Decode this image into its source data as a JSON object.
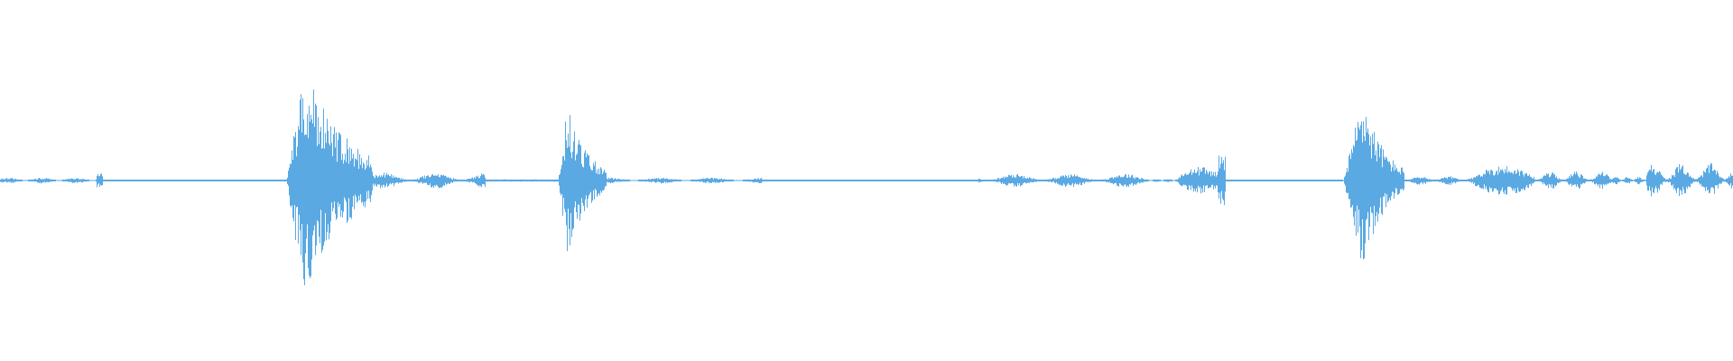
{
  "waveform": {
    "color": "#5aa9e3",
    "baseline": "center",
    "segments": [
      {
        "start": 0.0,
        "end": 0.058,
        "amp": 0.025,
        "kind": "noise"
      },
      {
        "start": 0.056,
        "end": 0.059,
        "amp": 0.06,
        "kind": "blip"
      },
      {
        "start": 0.059,
        "end": 0.165,
        "amp": 0.005,
        "kind": "silence"
      },
      {
        "start": 0.165,
        "end": 0.215,
        "amp": 1.0,
        "kind": "burst",
        "peak_at": 0.175,
        "decay": 0.025
      },
      {
        "start": 0.19,
        "end": 0.28,
        "amp": 0.07,
        "kind": "noise"
      },
      {
        "start": 0.28,
        "end": 0.322,
        "amp": 0.01,
        "kind": "silence"
      },
      {
        "start": 0.322,
        "end": 0.35,
        "amp": 0.65,
        "kind": "burst",
        "peak_at": 0.327,
        "decay": 0.012
      },
      {
        "start": 0.35,
        "end": 0.44,
        "amp": 0.025,
        "kind": "noise"
      },
      {
        "start": 0.44,
        "end": 0.565,
        "amp": 0.005,
        "kind": "silence"
      },
      {
        "start": 0.565,
        "end": 0.66,
        "amp": 0.06,
        "kind": "noise"
      },
      {
        "start": 0.66,
        "end": 0.68,
        "amp": 0.015,
        "kind": "noise"
      },
      {
        "start": 0.68,
        "end": 0.705,
        "amp": 0.12,
        "kind": "swell"
      },
      {
        "start": 0.703,
        "end": 0.707,
        "amp": 0.22,
        "kind": "blip"
      },
      {
        "start": 0.707,
        "end": 0.775,
        "amp": 0.006,
        "kind": "silence"
      },
      {
        "start": 0.775,
        "end": 0.81,
        "amp": 0.78,
        "kind": "burst",
        "peak_at": 0.786,
        "decay": 0.012
      },
      {
        "start": 0.8,
        "end": 0.85,
        "amp": 0.04,
        "kind": "noise"
      },
      {
        "start": 0.85,
        "end": 0.885,
        "amp": 0.13,
        "kind": "swell"
      },
      {
        "start": 0.885,
        "end": 0.93,
        "amp": 0.08,
        "kind": "noise"
      },
      {
        "start": 0.93,
        "end": 0.95,
        "amp": 0.035,
        "kind": "noise"
      },
      {
        "start": 0.95,
        "end": 1.0,
        "amp": 0.15,
        "kind": "noise"
      }
    ]
  }
}
